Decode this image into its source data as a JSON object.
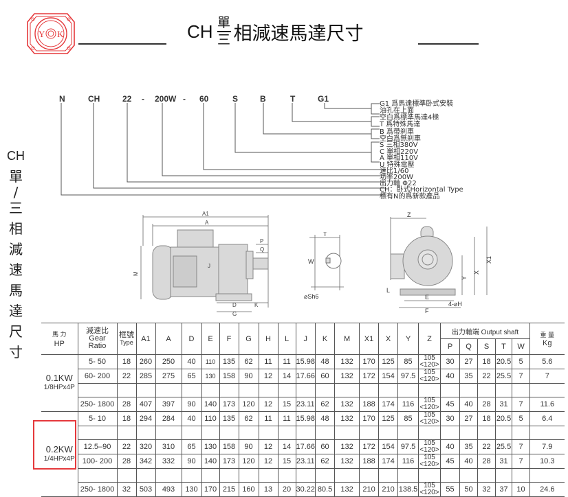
{
  "header": {
    "logo_text": "YOK",
    "title_prefix": "CH",
    "title_stack_top": "單",
    "title_stack_bottom": "三",
    "title_main": "相減速馬達尺寸"
  },
  "side_title": {
    "chars": [
      "CH",
      "單",
      "/",
      "三",
      "相",
      "減",
      "速",
      "馬",
      "達",
      "尺",
      "寸"
    ]
  },
  "model_code": {
    "parts": [
      "N",
      "CH",
      "22",
      "-",
      "200W",
      "-",
      "60",
      "S",
      "B",
      "T",
      "G1"
    ],
    "legend": [
      "G1 爲馬達標準卧式安裝",
      "油孔在上面",
      "空白爲標準馬達4極",
      "T 爲特殊馬達",
      "B  爲帶刹車",
      "空白爲無刹車",
      "S  三相380V",
      "C  單相220V",
      "A  單相110V",
      "U  特殊電壓",
      "速比1/60",
      "功率200W",
      "出力軸 Φ22",
      "CH：卧式Horizontal Type",
      "標有N的爲新款產品"
    ]
  },
  "diagram_labels": {
    "side_view": [
      "A1",
      "A",
      "P",
      "Q",
      "J",
      "M",
      "D",
      "K",
      "G"
    ],
    "shaft_view": [
      "T",
      "W",
      "⌀Sh6"
    ],
    "front_view": [
      "Z",
      "X1",
      "X",
      "Y",
      "L",
      "E",
      "F",
      "4-⌀H"
    ]
  },
  "table": {
    "headers": {
      "hp_top": "馬   力",
      "hp_bottom": "HP",
      "ratio_zh": "減速比",
      "ratio_en1": "Gear",
      "ratio_en2": "Ratio",
      "type_zh": "框號",
      "type_en": "Type",
      "cols": [
        "A1",
        "A",
        "D",
        "E",
        "F",
        "G",
        "H",
        "L",
        "J",
        "K",
        "M",
        "X1",
        "X",
        "Y",
        "Z"
      ],
      "output_shaft": "出力軸端 Output shaft",
      "shaft_cols": [
        "P",
        "Q",
        "S",
        "T",
        "W"
      ],
      "weight_zh": "重   量",
      "weight_en": "Kg"
    },
    "groups": [
      {
        "power": "0.1KW",
        "power_sub": "1/8HPx4P",
        "rows": [
          {
            "ratio": "5- 50",
            "type": "18",
            "A1": "260",
            "A": "250",
            "D": "40",
            "E": "110",
            "F": "135",
            "G": "62",
            "H": "11",
            "L": "11",
            "J": "15.98",
            "K": "48",
            "M": "132",
            "X1": "170",
            "X": "125",
            "Y": "85",
            "Z1": "105",
            "Z2": "<120>",
            "P": "30",
            "Q": "27",
            "S": "18",
            "T": "20.5",
            "W": "5",
            "Kg": "5.6"
          },
          {
            "ratio": "60- 200",
            "type": "22",
            "A1": "285",
            "A": "275",
            "D": "65",
            "E": "130",
            "F": "158",
            "G": "90",
            "H": "12",
            "L": "14",
            "J": "17.66",
            "K": "60",
            "M": "132",
            "X1": "172",
            "X": "154",
            "Y": "97.5",
            "Z1": "105",
            "Z2": "<120>",
            "P": "40",
            "Q": "35",
            "S": "22",
            "T": "25.5",
            "W": "7",
            "Kg": "7"
          },
          {
            "ratio": "",
            "type": "",
            "A1": "",
            "A": "",
            "D": "",
            "E": "",
            "F": "",
            "G": "",
            "H": "",
            "L": "",
            "J": "",
            "K": "",
            "M": "",
            "X1": "",
            "X": "",
            "Y": "",
            "Z1": "",
            "Z2": "",
            "P": "",
            "Q": "",
            "S": "",
            "T": "",
            "W": "",
            "Kg": ""
          },
          {
            "ratio": "250- 1800",
            "type": "28",
            "A1": "407",
            "A": "397",
            "D": "90",
            "E": "140",
            "F": "173",
            "G": "120",
            "H": "12",
            "L": "15",
            "J": "23.11",
            "K": "62",
            "M": "132",
            "X1": "188",
            "X": "174",
            "Y": "116",
            "Z1": "105",
            "Z2": "<120>",
            "P": "45",
            "Q": "40",
            "S": "28",
            "T": "31",
            "W": "7",
            "Kg": "11.6"
          }
        ]
      },
      {
        "power": "0.2KW",
        "power_sub": "1/4HPx4P",
        "rows": [
          {
            "ratio": "5- 10",
            "type": "18",
            "A1": "294",
            "A": "284",
            "D": "40",
            "E": "110",
            "F": "135",
            "G": "62",
            "H": "11",
            "L": "11",
            "J": "15.98",
            "K": "48",
            "M": "132",
            "X1": "170",
            "X": "125",
            "Y": "85",
            "Z1": "105",
            "Z2": "<120>",
            "P": "30",
            "Q": "27",
            "S": "18",
            "T": "20.5",
            "W": "5",
            "Kg": "6.4"
          },
          {
            "ratio": "",
            "type": "",
            "A1": "",
            "A": "",
            "D": "",
            "E": "",
            "F": "",
            "G": "",
            "H": "",
            "L": "",
            "J": "",
            "K": "",
            "M": "",
            "X1": "",
            "X": "",
            "Y": "",
            "Z1": "",
            "Z2": "",
            "P": "",
            "Q": "",
            "S": "",
            "T": "",
            "W": "",
            "Kg": ""
          },
          {
            "ratio": "12.5–90",
            "type": "22",
            "A1": "320",
            "A": "310",
            "D": "65",
            "E": "130",
            "F": "158",
            "G": "90",
            "H": "12",
            "L": "14",
            "J": "17.66",
            "K": "60",
            "M": "132",
            "X1": "172",
            "X": "154",
            "Y": "97.5",
            "Z1": "105",
            "Z2": "<120>",
            "P": "40",
            "Q": "35",
            "S": "22",
            "T": "25.5",
            "W": "7",
            "Kg": "7.9"
          },
          {
            "ratio": "100- 200",
            "type": "28",
            "A1": "342",
            "A": "332",
            "D": "90",
            "E": "140",
            "F": "173",
            "G": "120",
            "H": "12",
            "L": "15",
            "J": "23.11",
            "K": "62",
            "M": "132",
            "X1": "188",
            "X": "174",
            "Y": "116",
            "Z1": "105",
            "Z2": "<120>",
            "P": "45",
            "Q": "40",
            "S": "28",
            "T": "31",
            "W": "7",
            "Kg": "10.3"
          },
          {
            "ratio": "",
            "type": "",
            "A1": "",
            "A": "",
            "D": "",
            "E": "",
            "F": "",
            "G": "",
            "H": "",
            "L": "",
            "J": "",
            "K": "",
            "M": "",
            "X1": "",
            "X": "",
            "Y": "",
            "Z1": "",
            "Z2": "",
            "P": "",
            "Q": "",
            "S": "",
            "T": "",
            "W": "",
            "Kg": ""
          },
          {
            "ratio": "250- 1800",
            "type": "32",
            "A1": "503",
            "A": "493",
            "D": "130",
            "E": "170",
            "F": "215",
            "G": "160",
            "H": "13",
            "L": "20",
            "J": "30.22",
            "K": "80.5",
            "M": "132",
            "X1": "210",
            "X": "210",
            "Y": "138.5",
            "Z1": "105",
            "Z2": "<120>",
            "P": "55",
            "Q": "50",
            "S": "32",
            "T": "37",
            "W": "10",
            "Kg": "24.6"
          }
        ]
      }
    ]
  },
  "highlight": {
    "color": "#e5383b",
    "target": "0.2KW"
  }
}
